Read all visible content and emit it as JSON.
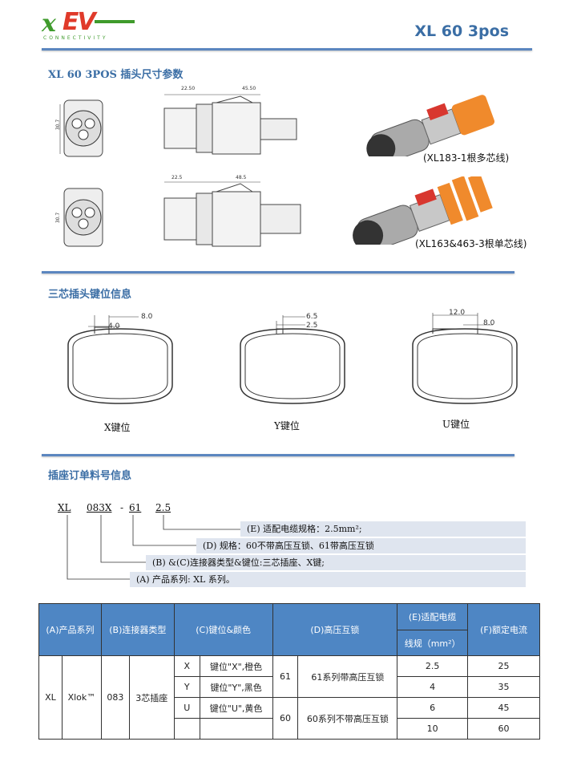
{
  "brand": {
    "logo_x": "x",
    "logo_ev": "EV",
    "logo_sub": "CONNECTIVITY"
  },
  "page_title": "XL 60 3pos",
  "sections": {
    "dimensions": "XL 60 3POS   插头尺寸参数",
    "keying": "三芯插头键位信息",
    "ordering": "插座订单料号信息"
  },
  "dims": {
    "a": "22.50",
    "b": "45.50",
    "c": "22.5",
    "d": "48.5",
    "h1": "30.7",
    "h2": "30.7"
  },
  "photo_captions": [
    "(XL183-1根多芯线)",
    "(XL163&463-3根单芯线)"
  ],
  "keys": [
    {
      "label": "X键位",
      "dims": [
        "8.0",
        "4.0"
      ]
    },
    {
      "label": "Y键位",
      "dims": [
        "6.5",
        "2.5"
      ]
    },
    {
      "label": "U键位",
      "dims": [
        "12.0",
        "8.0"
      ]
    }
  ],
  "part_code": {
    "p1": "XL",
    "p2": "083X",
    "sep": "-",
    "p3": "61",
    "p4": "2.5"
  },
  "code_desc": [
    "(E) 适配电缆规格：2.5mm²;",
    "(D) 规格：60不带高压互锁、61带高压互锁",
    "(B) &(C)连接器类型&键位:三芯插座、X键;",
    "(A) 产品系列: XL 系列。"
  ],
  "table": {
    "headers": [
      "(A)产品系列",
      "(B)连接器类型",
      "(C)键位&颜色",
      "(D)高压互锁",
      "(E)适配电缆",
      "线规（mm²）",
      "(F)额定电流"
    ],
    "series": "XL",
    "brand": "Xlok™",
    "type_code": "083",
    "type_name": "3芯插座",
    "keys": [
      {
        "code": "X",
        "desc": "键位\"X\",橙色"
      },
      {
        "code": "Y",
        "desc": "键位\"Y\",黑色"
      },
      {
        "code": "U",
        "desc": "键位\"U\",黄色"
      }
    ],
    "hvil": [
      {
        "code": "61",
        "desc": "61系列带高压互锁"
      },
      {
        "code": "60",
        "desc": "60系列不带高压互锁"
      }
    ],
    "gauges": [
      "2.5",
      "4",
      "6",
      "10"
    ],
    "currents": [
      "25",
      "35",
      "45",
      "60"
    ]
  }
}
